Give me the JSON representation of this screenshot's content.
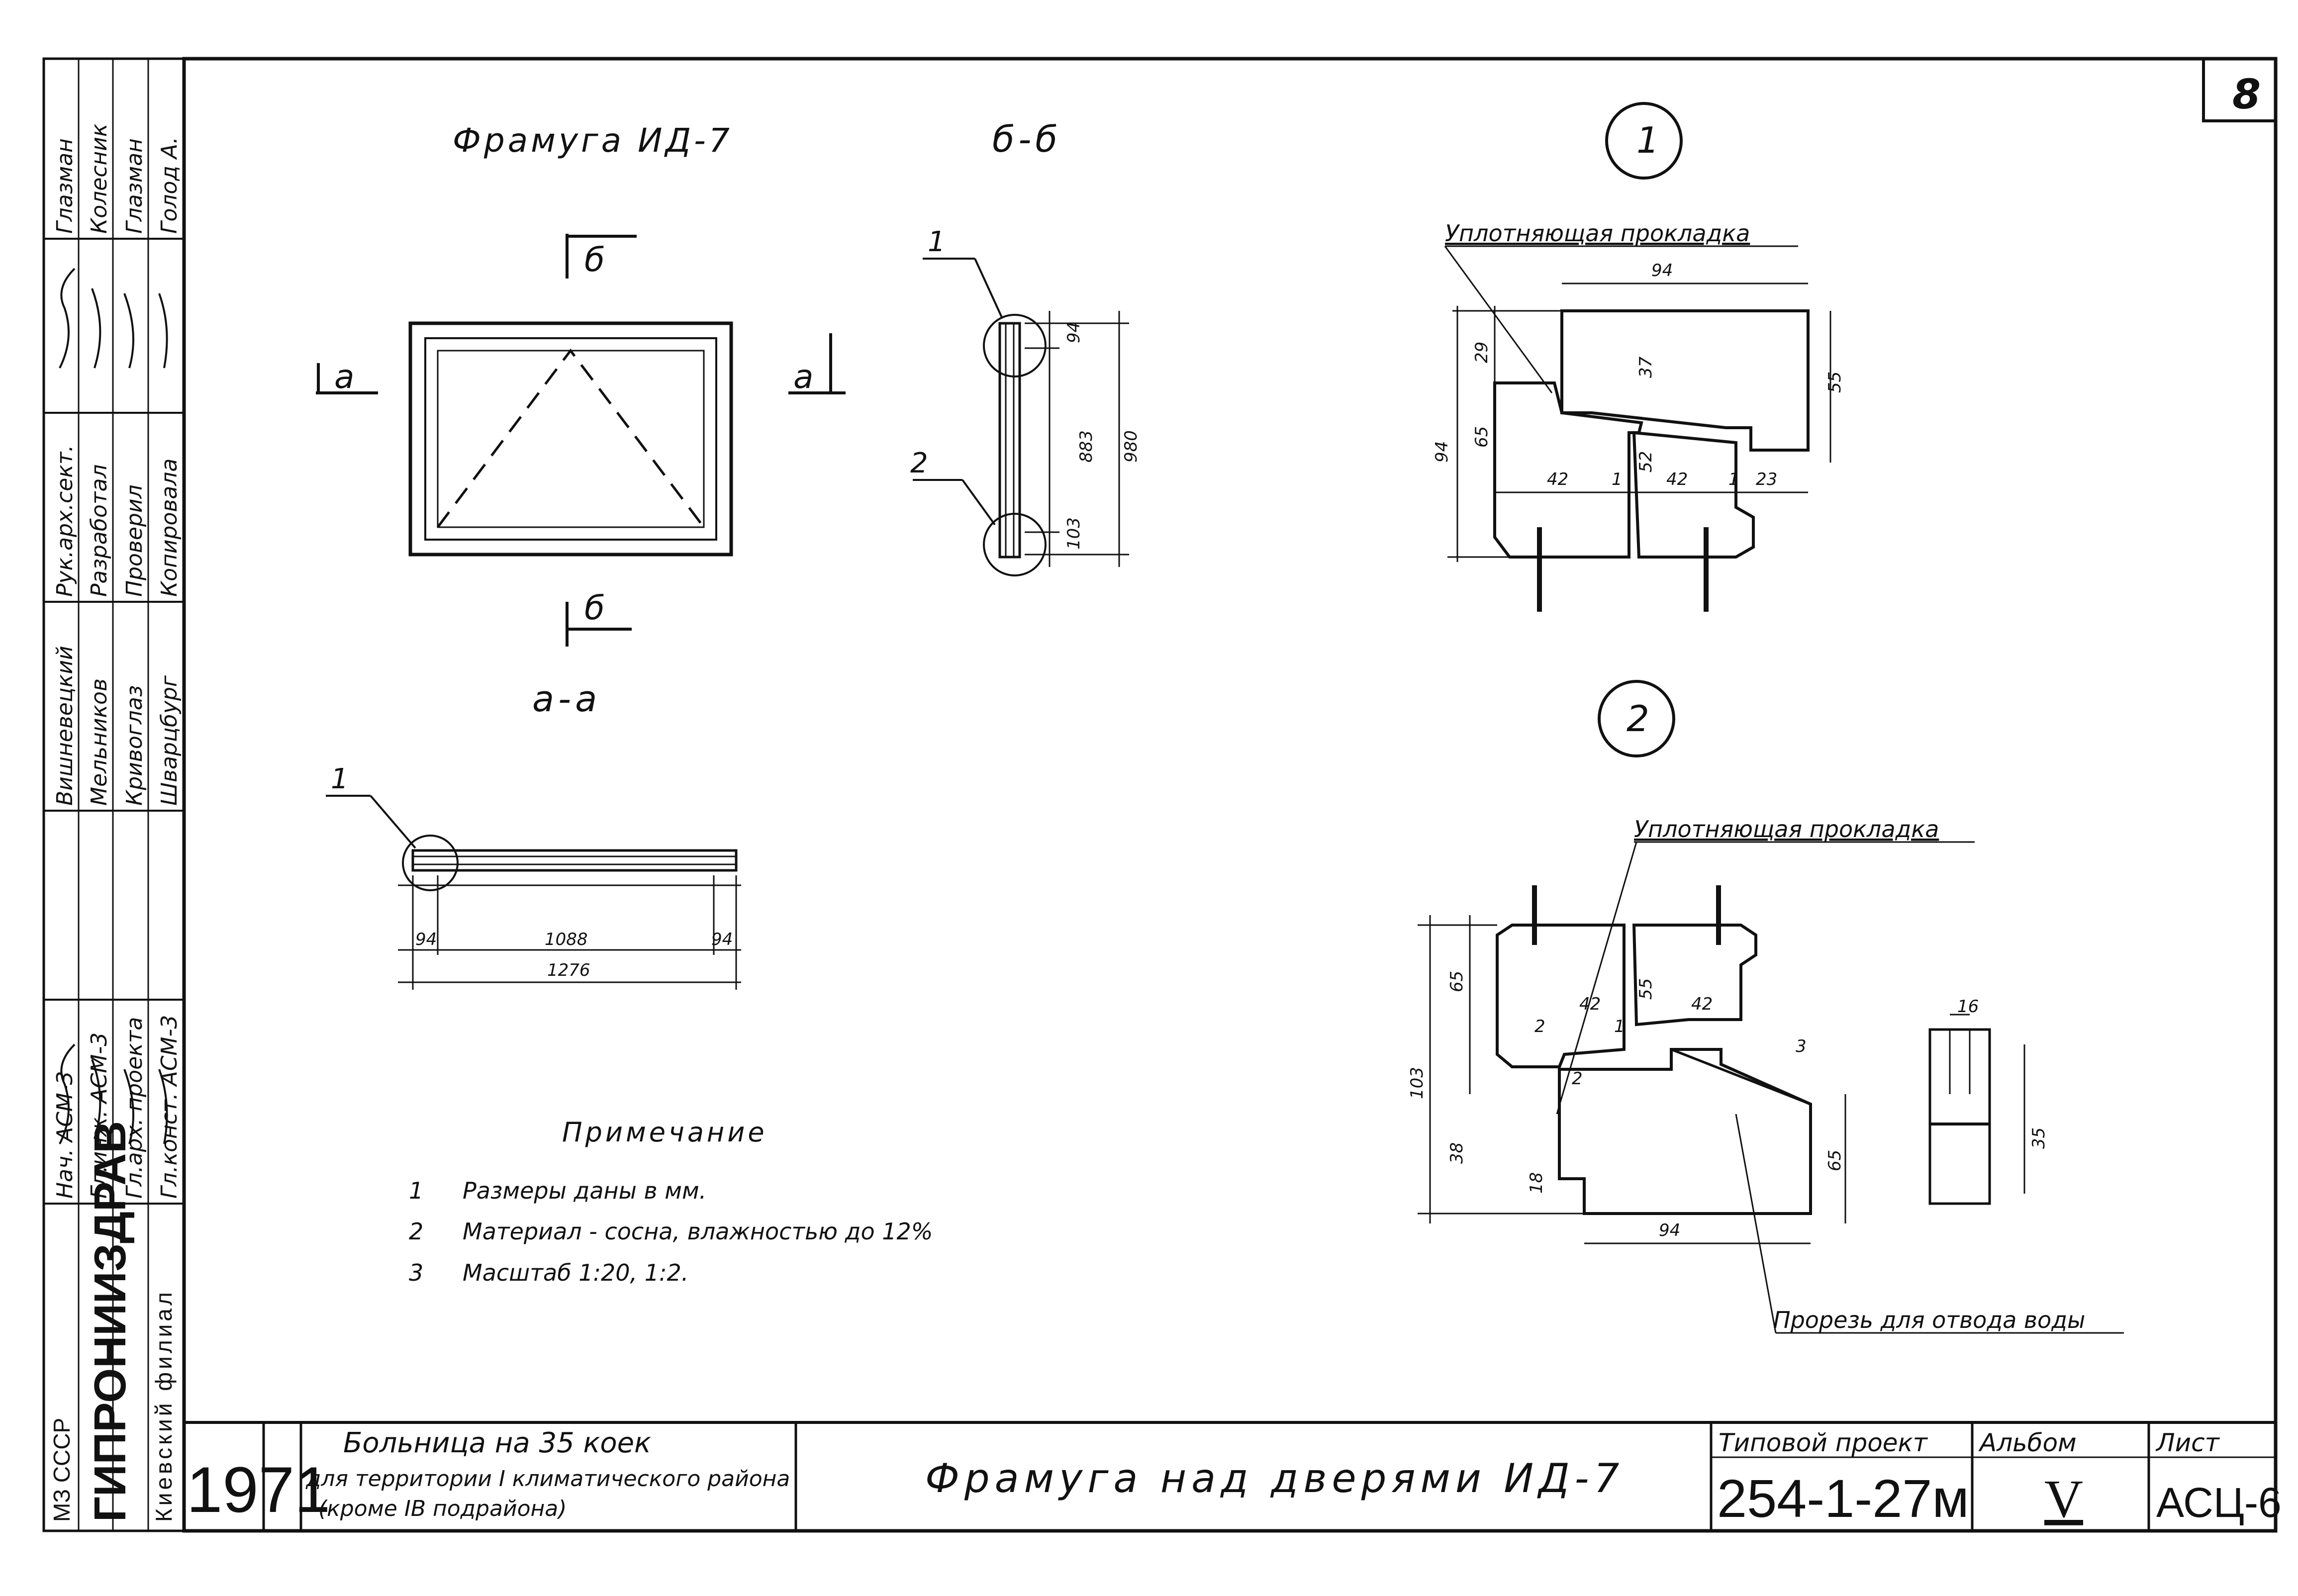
{
  "stamp": {
    "left_roles": [
      "Нач. АСМ-3",
      "Гл.инж. АСМ-3",
      "Гл.арх. проекта",
      "Гл.конст. АСМ-3"
    ],
    "left_names": [
      "Вишневецкий",
      "Мельников",
      "Кривоглаз",
      "Шварцбург"
    ],
    "right_roles": [
      "Рук.арх.сект.",
      "Разработал",
      "Проверил",
      "Копировала"
    ],
    "right_names": [
      "Глазман",
      "Колесник",
      "Глазман",
      "Голод А."
    ],
    "org_line1": "МЗ СССР",
    "org_line2": "ГИПРОНИИЗДРАВ",
    "org_line3": "Киевский филиал"
  },
  "sheet_corner": "8",
  "drawing": {
    "transom_title": "Фрамуга ИД-7",
    "section_bb": "б-б",
    "section_aa": "а-а",
    "cut_b": "б",
    "cut_a": "а",
    "callout_1": "1",
    "callout_2": "2",
    "bb_dims": [
      "94",
      "883",
      "980",
      "103"
    ],
    "aa_dims": [
      "94",
      "1088",
      "94",
      "1276"
    ]
  },
  "detail1": {
    "number": "1",
    "seal_label": "Уплотняющая прокладка",
    "dims": [
      "94",
      "29",
      "37",
      "55",
      "94",
      "65",
      "42",
      "1",
      "52",
      "42",
      "1",
      "23"
    ]
  },
  "detail2": {
    "number": "2",
    "seal_label": "Уплотняющая прокладка",
    "slot_label": "Прорезь для отвода воды",
    "dims": [
      "65",
      "42",
      "55",
      "42",
      "103",
      "2",
      "1",
      "3",
      "38",
      "18",
      "65",
      "94",
      "16",
      "35",
      "2"
    ]
  },
  "notes": {
    "title": "Примечание",
    "items": [
      {
        "num": "1",
        "text": "Размеры даны в мм."
      },
      {
        "num": "2",
        "text": "Материал - сосна, влажностью до 12%"
      },
      {
        "num": "3",
        "text": "Масштаб   1:20, 1:2."
      }
    ]
  },
  "title_block": {
    "year": "1971",
    "object_line1": "Больница на 35 коек",
    "object_line2": "для территории I климатического района",
    "object_line3": "(кроме IВ подрайона)",
    "sheet_name": "Фрамуга над дверями ИД-7",
    "project_label": "Типовой проект",
    "project_number": "254-1-27м",
    "album_label": "Альбом",
    "album_value": "V",
    "sheet_label": "Лист",
    "sheet_value": "АСЦ-6"
  }
}
